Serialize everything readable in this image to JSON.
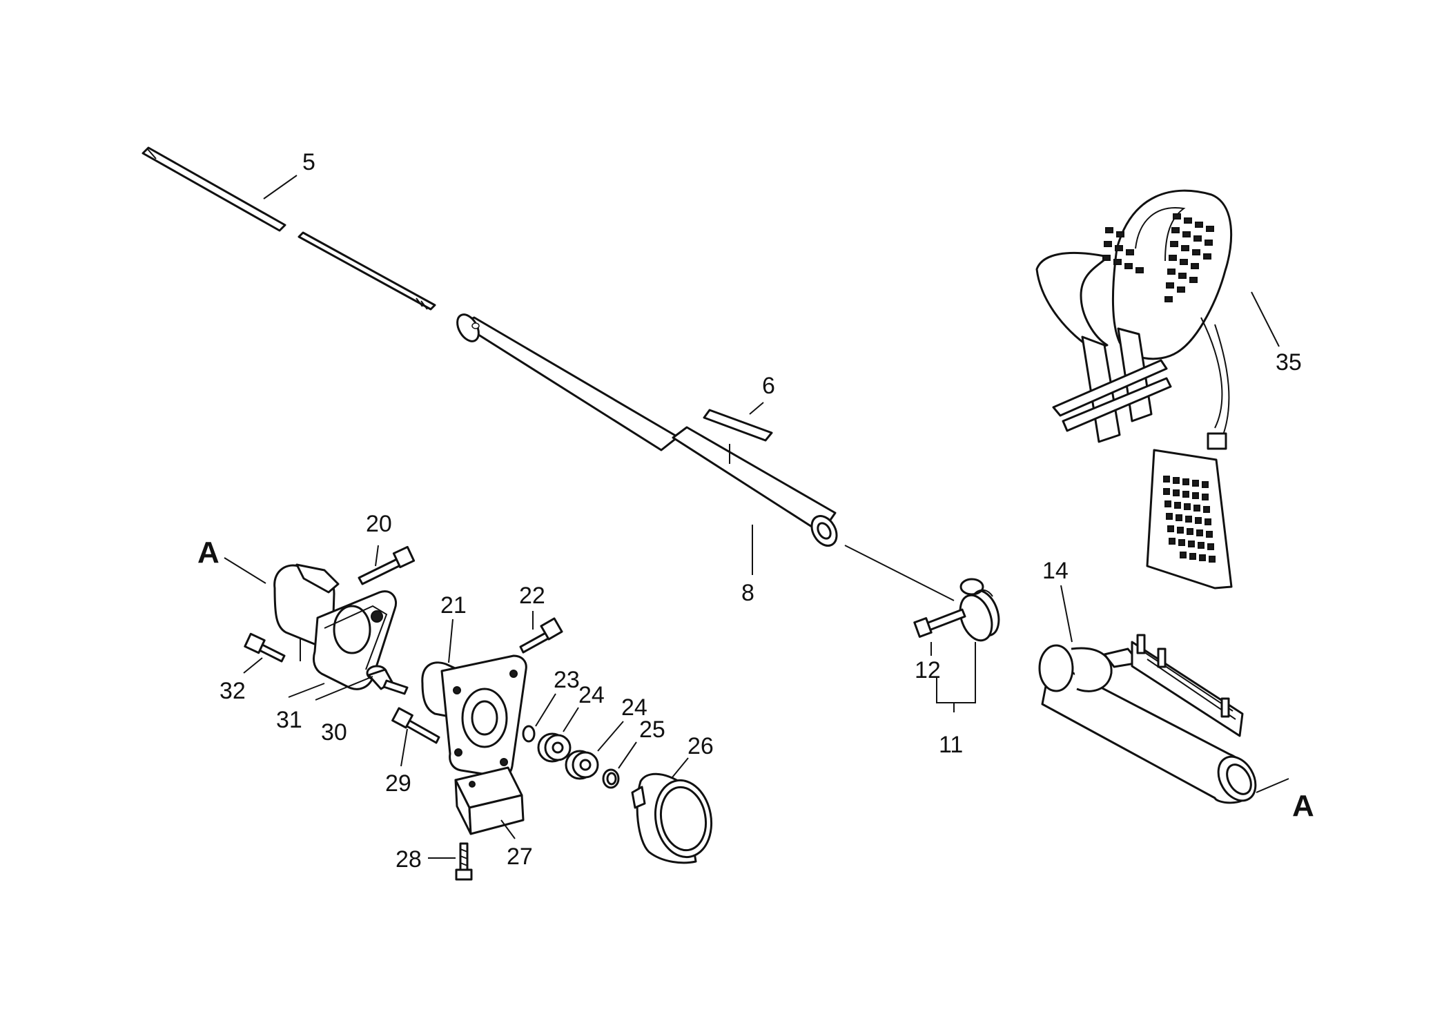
{
  "labels": {
    "p5": "5",
    "p6": "6",
    "p8": "8",
    "p11": "11",
    "p12": "12",
    "p14": "14",
    "p20": "20",
    "p21": "21",
    "p22": "22",
    "p23": "23",
    "p24a": "24",
    "p24b": "24",
    "p25": "25",
    "p26": "26",
    "p27": "27",
    "p28": "28",
    "p29": "29",
    "p30": "30",
    "p31": "31",
    "p32": "32",
    "p35": "35",
    "ref_a_left": "A",
    "ref_a_right": "A"
  }
}
